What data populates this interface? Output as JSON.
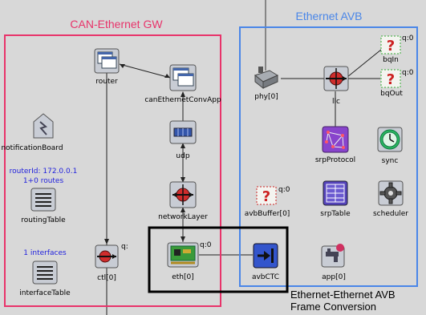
{
  "groups": {
    "can": {
      "title": "CAN-Ethernet GW",
      "color": "#e8336a"
    },
    "avb": {
      "title": "Ethernet AVB",
      "color": "#4a86e8"
    }
  },
  "nodes": {
    "router": "router",
    "canEthernetConvApp": "canEthernetConvApp",
    "notificationBoard": "notificationBoard",
    "udp": "udp",
    "routerId": "routerId: 172.0.0.1",
    "routes": "1+0 routes",
    "routingTable": "routingTable",
    "networkLayer": "networkLayer",
    "interfaces": "1 interfaces",
    "ctl": "ctl[0]",
    "eth": "eth[0]",
    "interfaceTable": "interfaceTable",
    "phy": "phy[0]",
    "llc": "llc",
    "bqIn": "bqIn",
    "bqOut": "bqOut",
    "srpProtocol": "srpProtocol",
    "sync": "sync",
    "avbBuffer": "avbBuffer[0]",
    "srpTable": "srpTable",
    "scheduler": "scheduler",
    "avbCTC": "avbCTC",
    "app": "app[0]"
  },
  "queues": {
    "ctl": "q:",
    "eth": "q:0",
    "bqIn": "q:0",
    "bqOut": "q:0",
    "avbBuffer": "q:0"
  },
  "caption": {
    "line1": "Ethernet-Ethernet AVB",
    "line2": "Frame Conversion"
  },
  "colors": {
    "highlight": "#000000",
    "queue_icon": "#cc2222",
    "llc_icon": "#cc3333",
    "srp_icon": "#8844cc",
    "sync_icon": "#22aa55"
  },
  "icons": {
    "router": "window-stack-icon",
    "canEthernetConvApp": "window-stack-icon",
    "notificationBoard": "lightning-board-icon",
    "udp": "block-icon",
    "routingTable": "table-lines-icon",
    "networkLayer": "arrows-cross-icon",
    "ctl": "arrows-cross-icon",
    "eth": "network-card-icon",
    "interfaceTable": "table-lines-icon",
    "phy": "transceiver-icon",
    "llc": "arrows-cross-icon",
    "bqIn": "question-icon",
    "bqOut": "question-icon",
    "srpProtocol": "network-graph-icon",
    "sync": "clock-icon",
    "avbBuffer": "question-icon",
    "srpTable": "grid-table-icon",
    "scheduler": "gear-icon",
    "avbCTC": "arrow-bar-icon",
    "app": "tap-icon"
  }
}
